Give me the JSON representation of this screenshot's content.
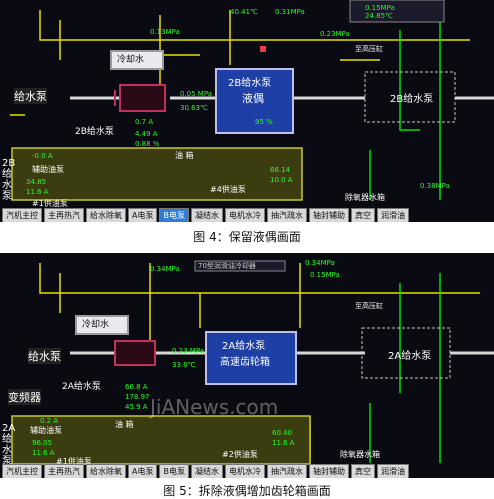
{
  "colors": {
    "screen_bg": "#0a0a12",
    "line_yellow": "#e8e000",
    "line_green": "#00e000",
    "line_white": "#d8d8d8",
    "pump_blue": "#1d3fa6",
    "value_green": "#22ff22",
    "tank_yellow": "#c8c828"
  },
  "top": {
    "top_values": [
      "0.13MPa",
      "40.41℃",
      "0.31MPa",
      "0.15MPa",
      "24.85℃",
      "0.23MPa"
    ],
    "cold_water": "冷却水",
    "pump_label": "2B给水泵",
    "coupling_label": "液偶",
    "pump_right_label": "2B给水泵",
    "feed_label": "给水泵",
    "pump_small": "2B给水泵",
    "mid_values": [
      "0.7 A",
      "4.49 A",
      "0.88 %",
      "0.05 MPa",
      "30.63℃",
      "95 %"
    ],
    "oil_tank": "油 箱",
    "aux_oil_pump": "辅助油泵",
    "values_left": [
      "-0.0 A",
      "34.85",
      "11.6 A"
    ],
    "pump1": "#1供油泵",
    "pump4": "#4供油泵",
    "values_right": [
      "66.14",
      "10.0 A"
    ],
    "side_label_lines": [
      "2B",
      "给",
      "水",
      "泵"
    ],
    "deaerator": "除氧器水箱",
    "high_press": "至高压缸",
    "rt_values": [
      "0.38MPa"
    ],
    "nav": [
      {
        "label": "汽机主控",
        "active": false
      },
      {
        "label": "主再热汽",
        "active": false
      },
      {
        "label": "给水除氧",
        "active": false
      },
      {
        "label": "A电泵",
        "active": false
      },
      {
        "label": "B电泵",
        "active": true
      },
      {
        "label": "凝结水",
        "active": false
      },
      {
        "label": "电机水冷",
        "active": false
      },
      {
        "label": "抽汽疏水",
        "active": false
      },
      {
        "label": "轴封辅助",
        "active": false
      },
      {
        "label": "真空",
        "active": false
      },
      {
        "label": "润滑油",
        "active": false
      }
    ]
  },
  "caption4": "图 4：保留液偶画面",
  "bottom": {
    "banner": "70型润滑油冷却器",
    "top_values": [
      "0.34MPa",
      "0.34MPa",
      "0.15MPa"
    ],
    "cold_water": "冷却水",
    "pump_label": "2A给水泵",
    "gearbox_label": "高速齿轮箱",
    "pump_right_label": "2A给水泵",
    "feed_label": "给水泵",
    "inverter": "变频器",
    "pump_small": "2A给水泵",
    "mid_values": [
      "0.23 MPa",
      "33.6℃",
      "66.8 A",
      "178.97",
      "45.9 A"
    ],
    "oil_tank": "油 箱",
    "aux_oil_pump": "辅助油泵",
    "values_left": [
      "0.2 A",
      "96.05",
      "11.6 A"
    ],
    "pump1": "#1供油泵",
    "pump2": "#2供油泵",
    "values_right": [
      "60.40",
      "11.6 A"
    ],
    "side_label_lines": [
      "2A",
      "给",
      "水",
      "泵"
    ],
    "deaerator": "除氧器水箱",
    "high_press": "至高压缸",
    "watermark": "JiANews.com",
    "nav": [
      {
        "label": "汽机主控",
        "active": false
      },
      {
        "label": "主再热汽",
        "active": false
      },
      {
        "label": "给水除氧",
        "active": false
      },
      {
        "label": "A电泵",
        "active": false
      },
      {
        "label": "B电泵",
        "active": false
      },
      {
        "label": "凝结水",
        "active": false
      },
      {
        "label": "电机水冷",
        "active": false
      },
      {
        "label": "抽汽疏水",
        "active": false
      },
      {
        "label": "轴封辅助",
        "active": false
      },
      {
        "label": "真空",
        "active": false
      },
      {
        "label": "润滑油",
        "active": false
      }
    ]
  },
  "caption5": "图 5：拆除液偶增加齿轮箱画面"
}
